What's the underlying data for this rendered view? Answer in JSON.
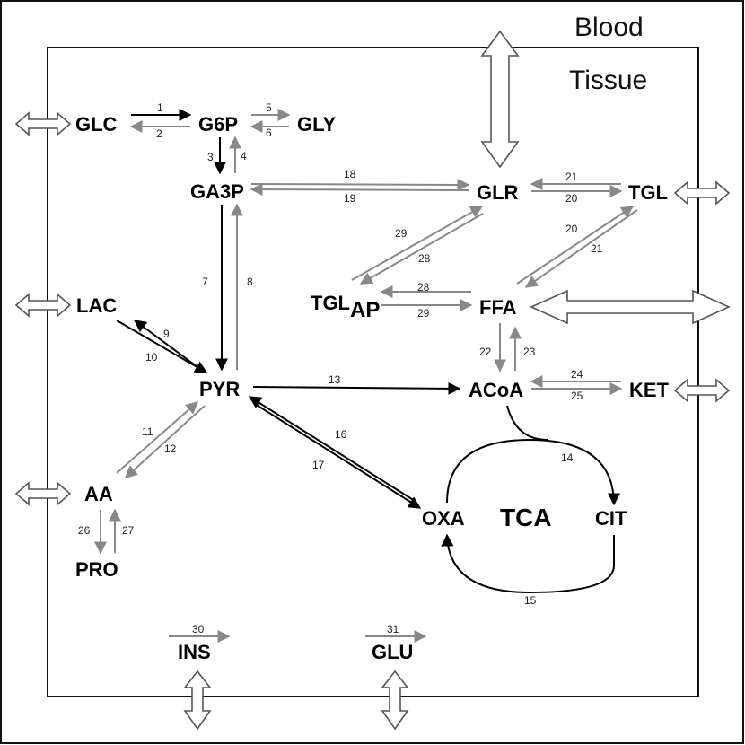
{
  "regions": {
    "blood": "Blood",
    "tissue": "Tissue"
  },
  "nodes": {
    "glc": "GLC",
    "g6p": "G6P",
    "gly": "GLY",
    "ga3p": "GA3P",
    "glr": "GLR",
    "tgl": "TGL",
    "lac": "LAC",
    "tgl_ap_main": "TGL",
    "tgl_ap_sub": "AP",
    "ffa": "FFA",
    "pyr": "PYR",
    "acoa": "ACoA",
    "ket": "KET",
    "aa": "AA",
    "pro": "PRO",
    "oxa": "OXA",
    "tca": "TCA",
    "cit": "CIT",
    "ins": "INS",
    "glu": "GLU"
  },
  "reactions": {
    "r1": "1",
    "r2": "2",
    "r3": "3",
    "r4": "4",
    "r5": "5",
    "r6": "6",
    "r7": "7",
    "r8": "8",
    "r9": "9",
    "r10": "10",
    "r11": "11",
    "r12": "12",
    "r13": "13",
    "r14": "14",
    "r15": "15",
    "r16": "16",
    "r17": "17",
    "r18": "18",
    "r19": "19",
    "r20a": "20",
    "r20b": "20",
    "r21a": "21",
    "r21b": "21",
    "r22": "22",
    "r23": "23",
    "r24": "24",
    "r25": "25",
    "r26": "26",
    "r27": "27",
    "r28a": "28",
    "r28b": "28",
    "r29a": "29",
    "r29b": "29",
    "r30": "30",
    "r31": "31"
  },
  "colors": {
    "primary_flux": "#000000",
    "secondary_flux": "#888888",
    "exchange_arrow": "#555555"
  }
}
